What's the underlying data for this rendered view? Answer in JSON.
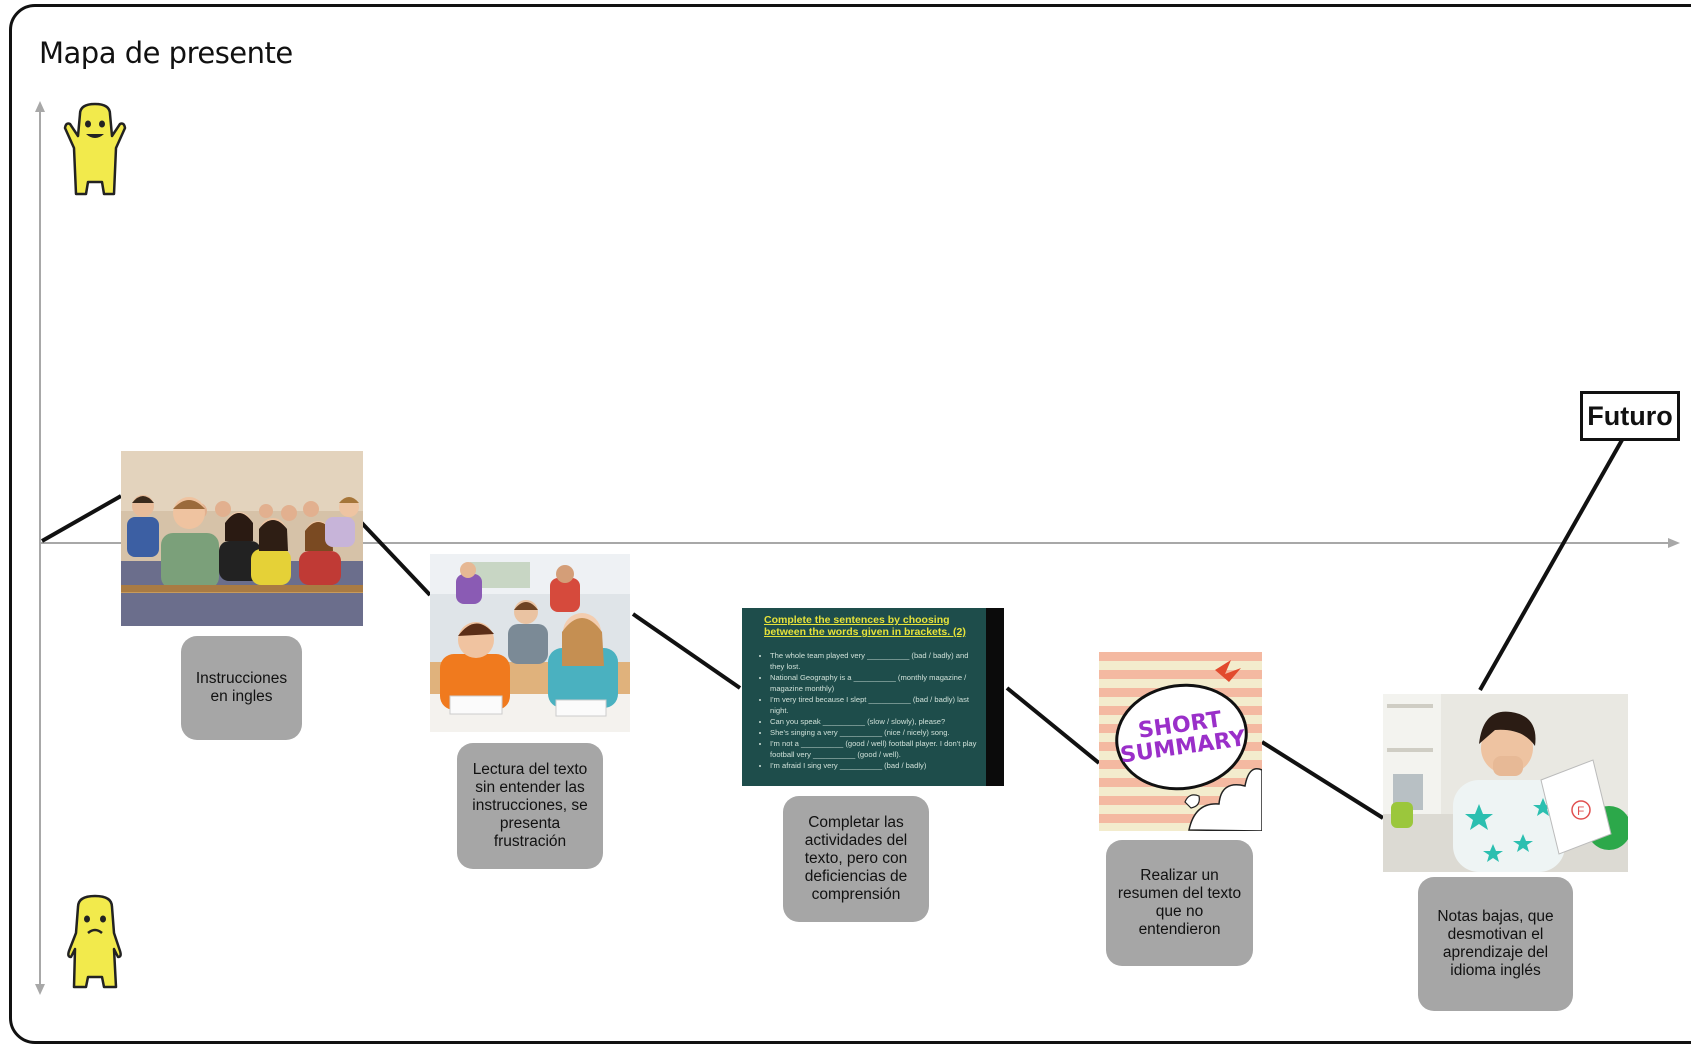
{
  "title": "Mapa de presente",
  "future_label": "Futuro",
  "colors": {
    "step_box": "#a6a6a6",
    "axis": "#a8a8a8",
    "path": "#111111",
    "smiley": "#f2ea4c"
  },
  "smileys": {
    "top": {
      "icon": "happy-face-icon"
    },
    "bottom": {
      "icon": "sad-face-icon"
    }
  },
  "steps": [
    {
      "text": "Instrucciones en ingles",
      "image": "students-in-classroom-photo"
    },
    {
      "text": "Lectura del texto sin entender las instrucciones, se presenta frustración",
      "image": "bored-students-photo"
    },
    {
      "text": "Completar las actividades del texto, pero con deficiencias de comprensión",
      "image": "english-worksheet-screenshot"
    },
    {
      "text": "Realizar un resumen del texto que no entendieron",
      "image": "short-summary-illustration"
    },
    {
      "text": "Notas bajas, que desmotivan el aprendizaje del idioma inglés",
      "image": "boy-with-failed-test-photo"
    }
  ],
  "worksheet": {
    "heading": "Complete the sentences by choosing between the words given in brackets. (2)",
    "items": [
      "The whole team played very __________ (bad / badly) and they lost.",
      "National Geography is a __________ (monthly magazine / magazine monthly)",
      "I'm very tired because I slept __________ (bad / badly) last night.",
      "Can you speak __________ (slow / slowly), please?",
      "She's singing a very __________ (nice / nicely) song.",
      "I'm not a __________ (good / well) football player. I don't play football very __________ (good / well).",
      "I'm afraid I sing very __________ (bad / badly)"
    ]
  },
  "summary_art": {
    "line1": "SHORT",
    "line2": "SUMMARY"
  },
  "test_grade": "F"
}
